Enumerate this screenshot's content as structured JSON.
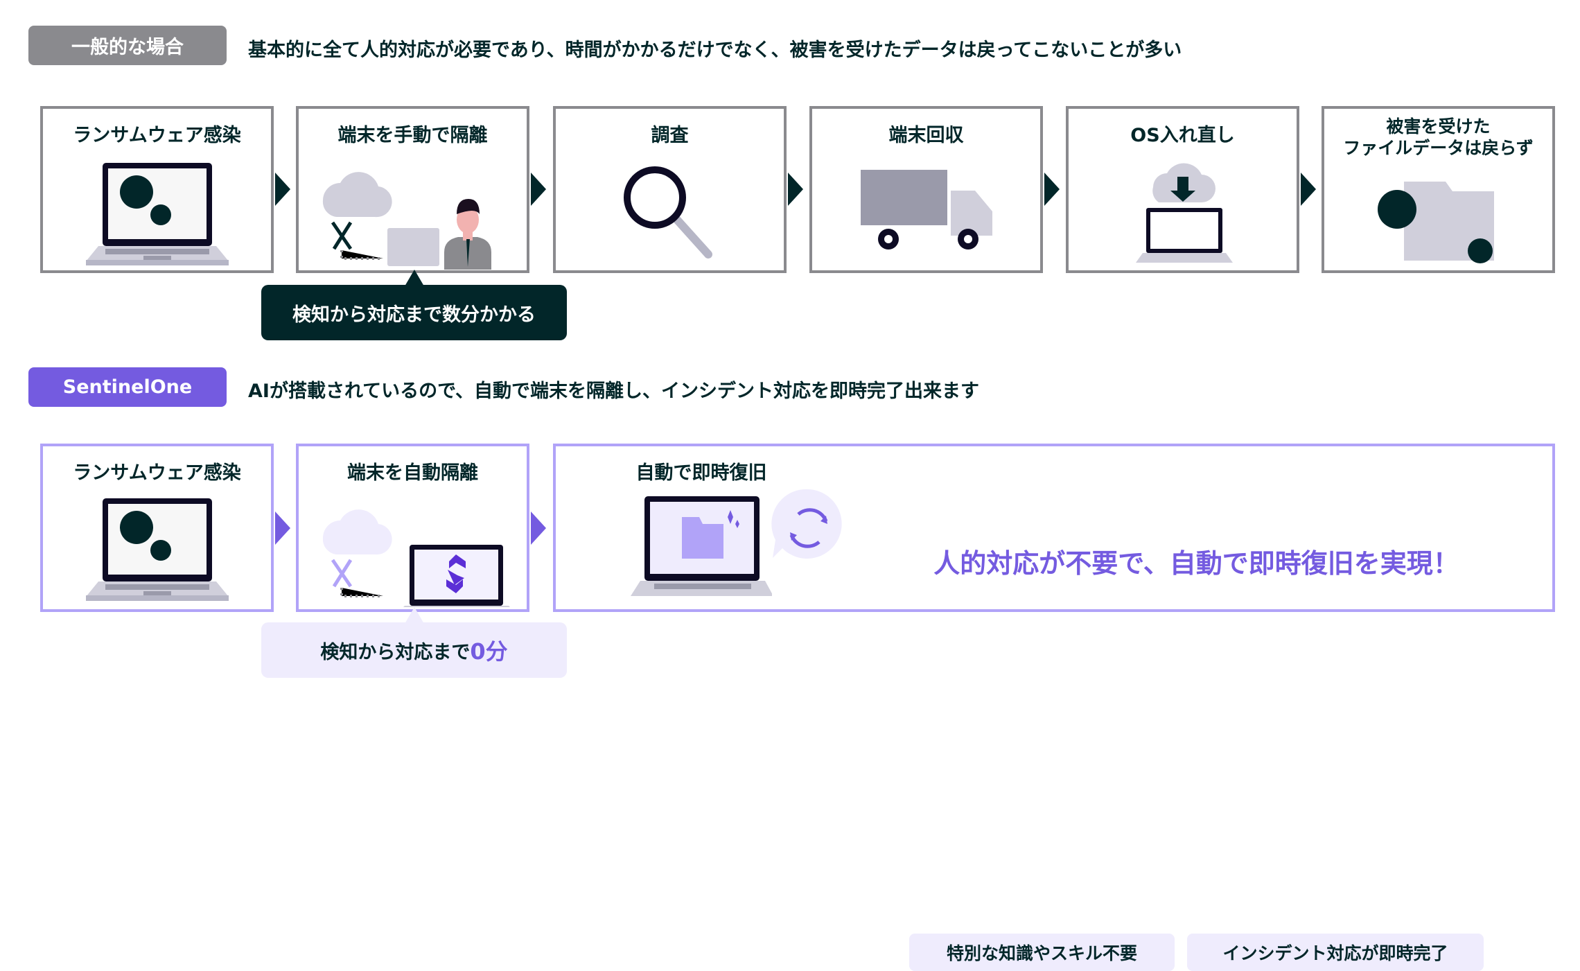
{
  "normal": {
    "badge": "一般的な場合",
    "lead": "基本的に全て人的対応が必要であり、時間がかかるだけでなく、被害を受けたデータは戻ってこないことが多い",
    "steps": [
      "ランサムウェア感染",
      "端末を手動で隔離",
      "調査",
      "端末回収",
      "OS入れ直し",
      "被害を受けた",
      "ファイルデータは戻らず"
    ],
    "callout": "検知から対応まで数分かかる"
  },
  "sentinel": {
    "badge": "SentinelOne",
    "lead": "AIが搭載されているので、自動で端末を隔離し、インシデント対応を即時完了出来ます",
    "steps": [
      "ランサムウェア感染",
      "端末を自動隔離",
      "自動で即時復旧"
    ],
    "callout_prefix": "検知から対応まで",
    "callout_value": "0分",
    "chips": [
      "特別な知識やスキル不要",
      "インシデント対応が即時完了"
    ],
    "headline": "人的対応が不要で、自動で即時復旧を実現！"
  },
  "colors": {
    "dark": "#022629",
    "gray": "#8a8a8e",
    "purple": "#745be0",
    "purple_light": "#efecfd",
    "purple_border": "#b1a3f8"
  }
}
